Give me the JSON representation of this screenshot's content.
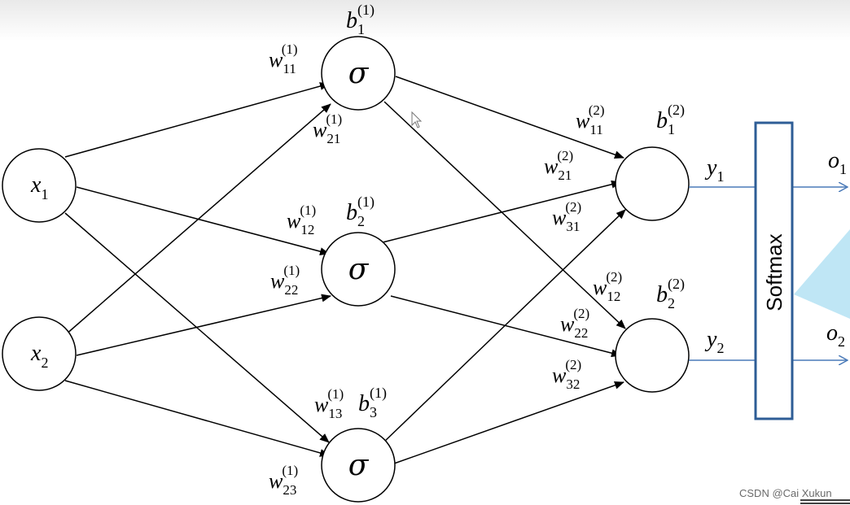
{
  "inputs": [
    {
      "symbol": "x",
      "sub": "1"
    },
    {
      "symbol": "x",
      "sub": "2"
    }
  ],
  "hidden_activation": "σ",
  "hidden_bias": [
    {
      "symbol": "b",
      "sub": "1",
      "sup": "(1)"
    },
    {
      "symbol": "b",
      "sub": "2",
      "sup": "(1)"
    },
    {
      "symbol": "b",
      "sub": "3",
      "sup": "(1)"
    }
  ],
  "output_bias": [
    {
      "symbol": "b",
      "sub": "1",
      "sup": "(2)"
    },
    {
      "symbol": "b",
      "sub": "2",
      "sup": "(2)"
    }
  ],
  "weights_layer1": [
    {
      "symbol": "w",
      "sub": "11",
      "sup": "(1)"
    },
    {
      "symbol": "w",
      "sub": "21",
      "sup": "(1)"
    },
    {
      "symbol": "w",
      "sub": "12",
      "sup": "(1)"
    },
    {
      "symbol": "w",
      "sub": "22",
      "sup": "(1)"
    },
    {
      "symbol": "w",
      "sub": "13",
      "sup": "(1)"
    },
    {
      "symbol": "w",
      "sub": "23",
      "sup": "(1)"
    }
  ],
  "weights_layer2": [
    {
      "symbol": "w",
      "sub": "11",
      "sup": "(2)"
    },
    {
      "symbol": "w",
      "sub": "21",
      "sup": "(2)"
    },
    {
      "symbol": "w",
      "sub": "31",
      "sup": "(2)"
    },
    {
      "symbol": "w",
      "sub": "12",
      "sup": "(2)"
    },
    {
      "symbol": "w",
      "sub": "22",
      "sup": "(2)"
    },
    {
      "symbol": "w",
      "sub": "32",
      "sup": "(2)"
    }
  ],
  "outputs_pre": [
    {
      "symbol": "y",
      "sub": "1"
    },
    {
      "symbol": "y",
      "sub": "2"
    }
  ],
  "outputs_post": [
    {
      "symbol": "o",
      "sub": "1"
    },
    {
      "symbol": "o",
      "sub": "2"
    }
  ],
  "softmax_label": "Softmax",
  "watermark": "CSDN @Cai Xukun",
  "colors": {
    "stroke": "#000000",
    "box": "#2e5d96",
    "arrow_out": "#4a7ab8",
    "shape": "#bfe6f5"
  }
}
